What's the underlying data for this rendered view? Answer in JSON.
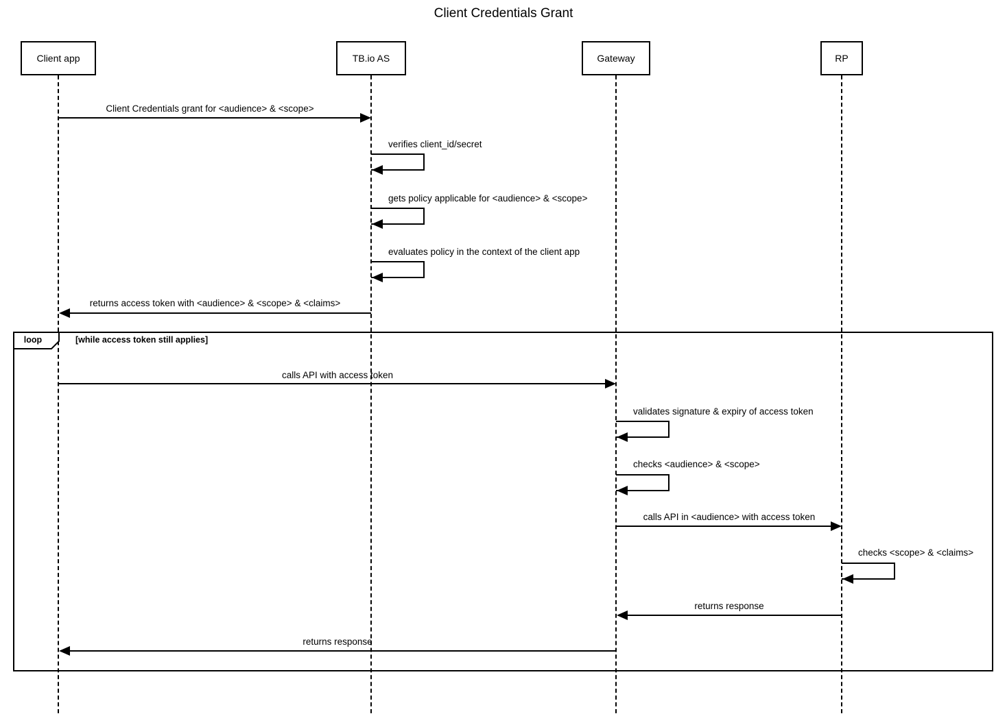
{
  "diagram": {
    "type": "sequence",
    "title": "Client Credentials Grant",
    "colors": {
      "line": "#000000",
      "background": "#ffffff",
      "text": "#000000"
    },
    "participants": [
      {
        "id": "client-app",
        "label": "Client app"
      },
      {
        "id": "tbio-as",
        "label": "TB.io AS"
      },
      {
        "id": "gateway",
        "label": "Gateway"
      },
      {
        "id": "rp",
        "label": "RP"
      }
    ],
    "loop": {
      "operator": "loop",
      "condition": "[while access token still applies]"
    },
    "messages": [
      {
        "from": "Client app",
        "to": "TB.io AS",
        "kind": "call",
        "label": "Client Credentials grant for <audience> & <scope>"
      },
      {
        "from": "TB.io AS",
        "to": "TB.io AS",
        "kind": "self",
        "label": "verifies client_id/secret"
      },
      {
        "from": "TB.io AS",
        "to": "TB.io AS",
        "kind": "self",
        "label": "gets policy applicable for <audience> & <scope>"
      },
      {
        "from": "TB.io AS",
        "to": "TB.io AS",
        "kind": "self",
        "label": "evaluates policy in the context of the client app"
      },
      {
        "from": "TB.io AS",
        "to": "Client app",
        "kind": "return",
        "label": "returns access token with <audience> & <scope> & <claims>"
      },
      {
        "from": "Client app",
        "to": "Gateway",
        "kind": "call",
        "in_loop": true,
        "label": "calls API with access token"
      },
      {
        "from": "Gateway",
        "to": "Gateway",
        "kind": "self",
        "in_loop": true,
        "label": "validates signature & expiry of access token"
      },
      {
        "from": "Gateway",
        "to": "Gateway",
        "kind": "self",
        "in_loop": true,
        "label": "checks <audience> & <scope>"
      },
      {
        "from": "Gateway",
        "to": "RP",
        "kind": "call",
        "in_loop": true,
        "label": "calls API in <audience> with access token"
      },
      {
        "from": "RP",
        "to": "RP",
        "kind": "self",
        "in_loop": true,
        "label": "checks <scope> & <claims>"
      },
      {
        "from": "RP",
        "to": "Gateway",
        "kind": "return",
        "in_loop": true,
        "label": "returns response"
      },
      {
        "from": "Gateway",
        "to": "Client app",
        "kind": "return",
        "in_loop": true,
        "label": "returns response"
      }
    ]
  }
}
